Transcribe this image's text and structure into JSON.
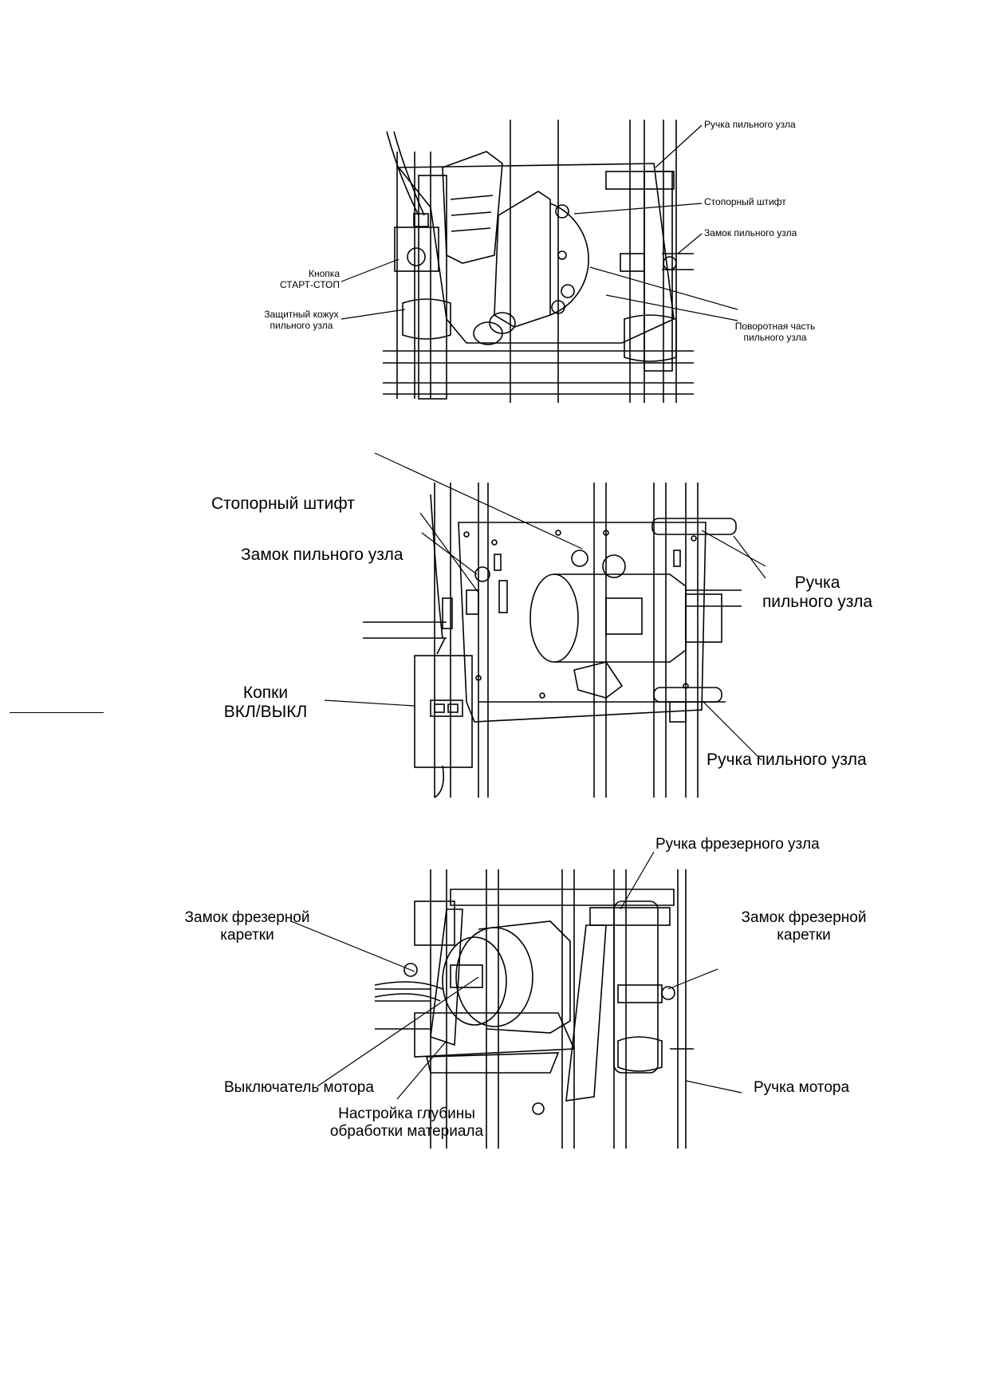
{
  "fig1": {
    "labels": {
      "saw_handle": "Ручка пильного узла",
      "locking_pin": "Стопорный штифт",
      "saw_lock": "Замок пильного узла",
      "start_stop_1": "Кнопка",
      "start_stop_2": "СТАРТ-СТОП",
      "guard_1": "Защитный кожух",
      "guard_2": "пильного узла",
      "rotary_1": "Поворотная часть",
      "rotary_2": "пильного узла"
    }
  },
  "fig2": {
    "labels": {
      "locking_pin": "Стопорный штифт",
      "saw_lock": "Замок пильного узла",
      "handle_top_1": "Ручка",
      "handle_top_2": "пильного узла",
      "buttons_1": "Копки",
      "buttons_2": "ВКЛ/ВЫКЛ",
      "handle_bottom": "Ручка пильного узла"
    }
  },
  "fig3": {
    "labels": {
      "router_handle": "Ручка фрезерного узла",
      "router_lock_left_1": "Замок фрезерной",
      "router_lock_left_2": "каретки",
      "router_lock_right_1": "Замок фрезерной",
      "router_lock_right_2": "каретки",
      "motor_switch": "Выключатель мотора",
      "motor_handle": "Ручка мотора",
      "depth_1": "Настройка глубины",
      "depth_2": "обработки материала"
    }
  }
}
